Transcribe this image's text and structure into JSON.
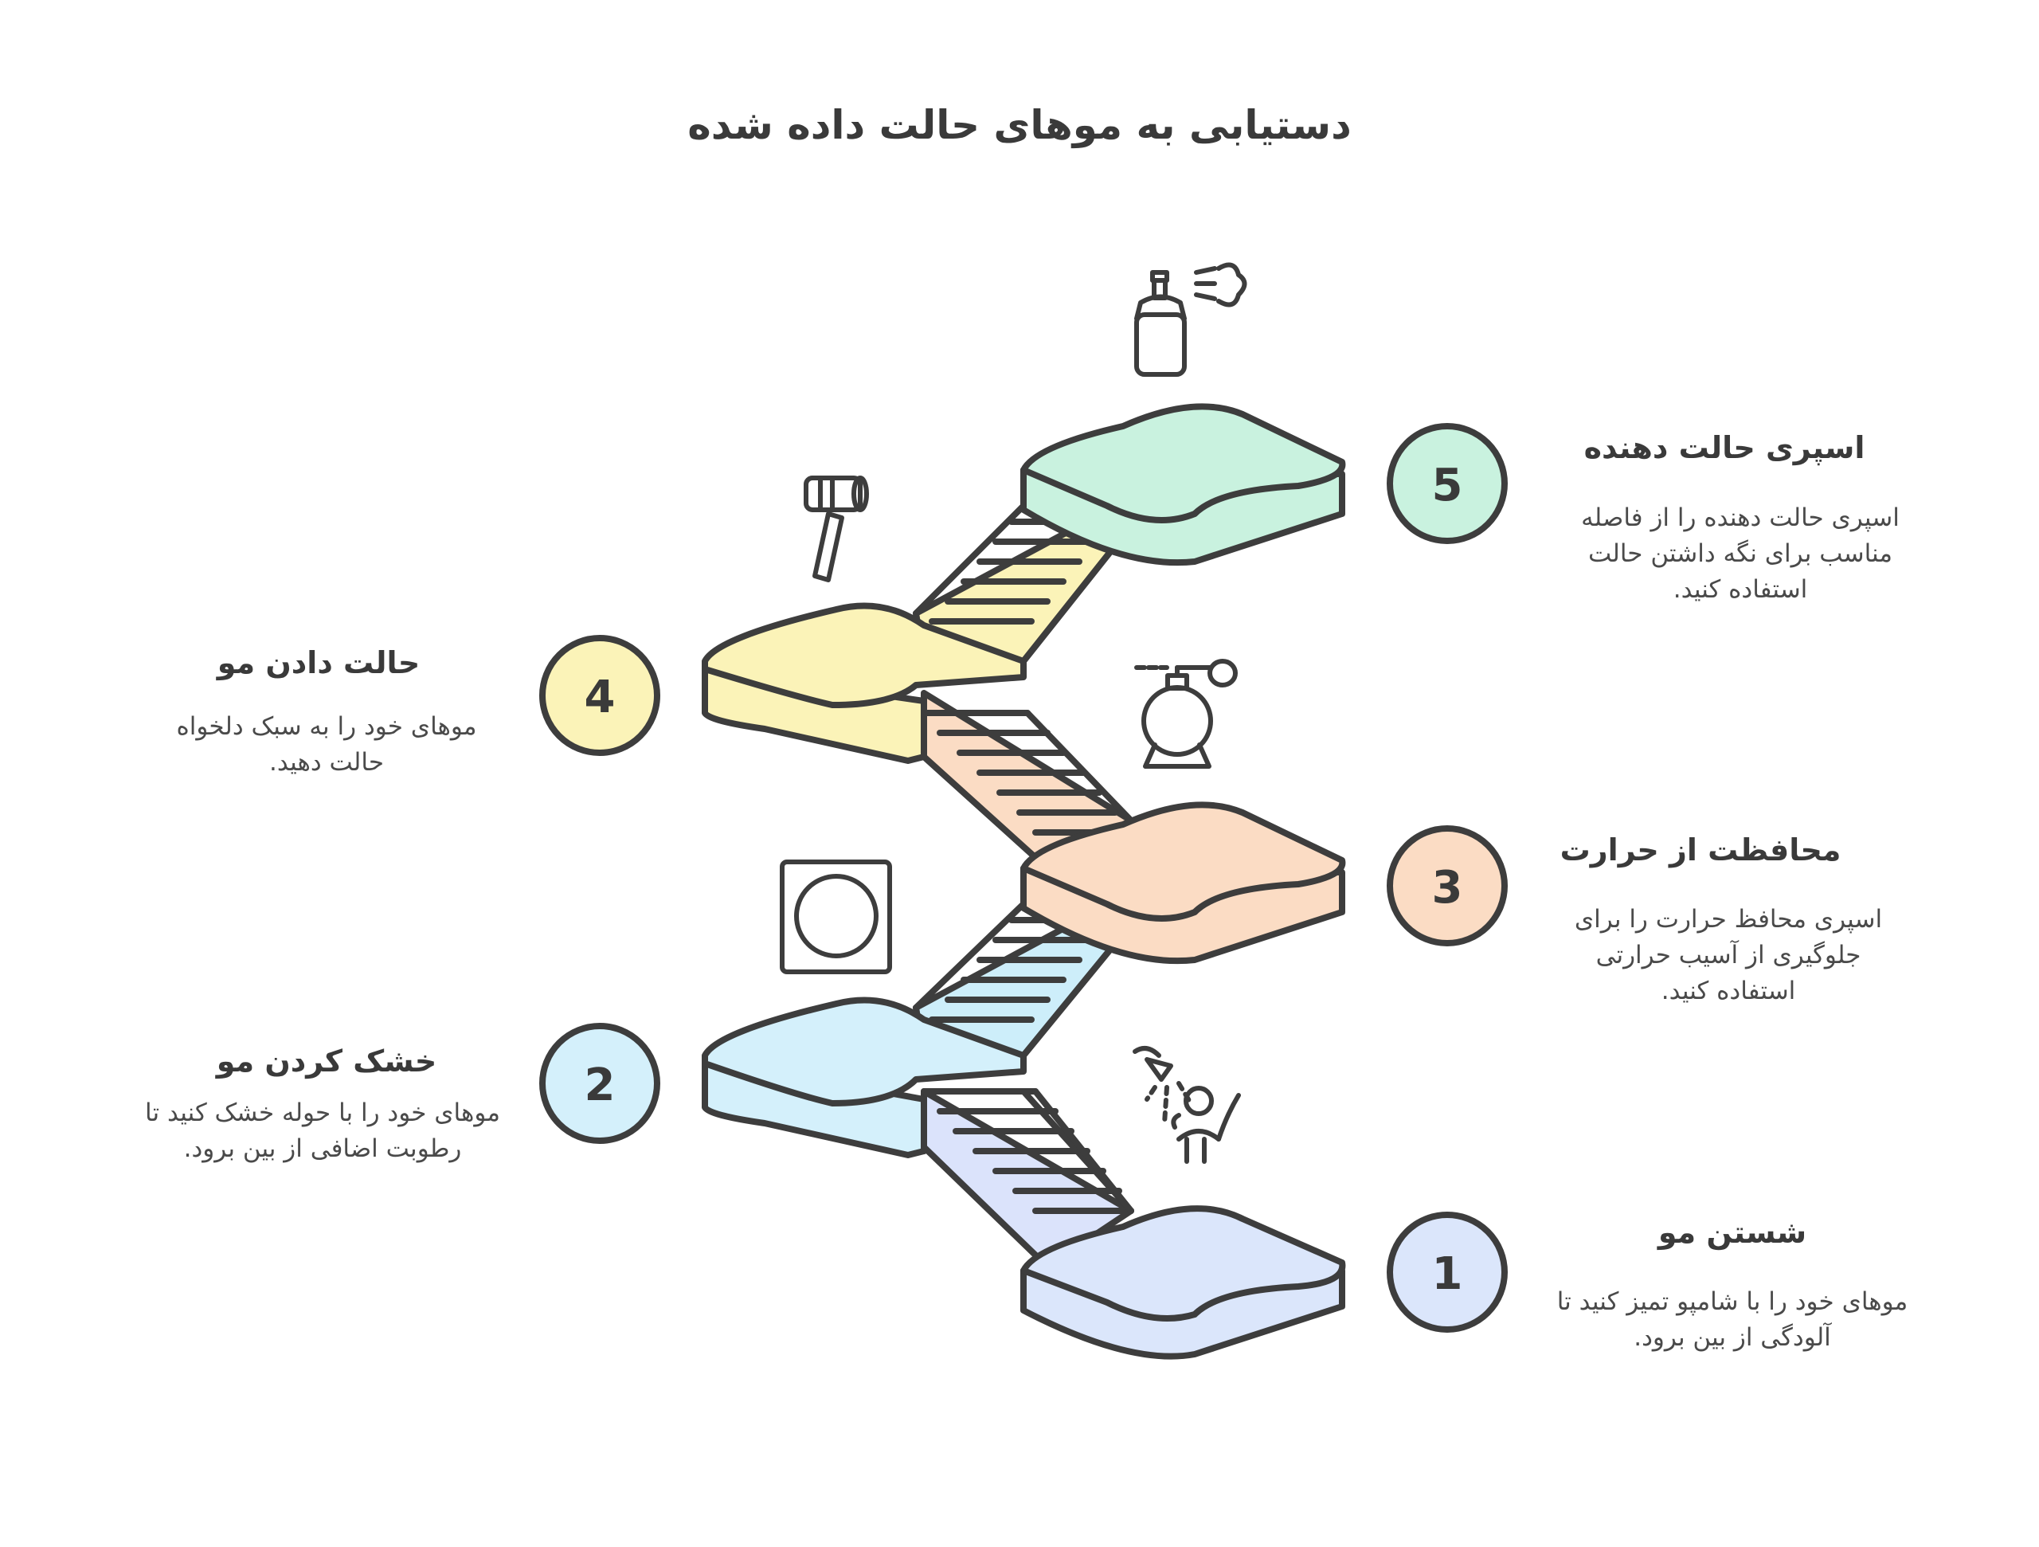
{
  "title": "دستیابی به موهای حالت داده شده",
  "steps": [
    {
      "number": "1",
      "title": "شستن مو",
      "description": "موهای خود را با شامپو تمیز کنید تا آلودگی از بین برود.",
      "color": "#dbe6fb",
      "icon": "shower-icon"
    },
    {
      "number": "2",
      "title": "خشک کردن مو",
      "description": "موهای خود را با حوله خشک کنید تا رطوبت اضافی از بین برود.",
      "color": "#d4f0fb",
      "icon": "towel-icon"
    },
    {
      "number": "3",
      "title": "محافظت از حرارت",
      "description": "اسپری محافظ حرارت را برای جلوگیری از آسیب حرارتی استفاده کنید.",
      "color": "#fbdcc4",
      "icon": "perfume-bottle-icon"
    },
    {
      "number": "4",
      "title": "حالت دادن مو",
      "description": "موهای خود را به سبک دلخواه حالت دهید.",
      "color": "#fbf3b8",
      "icon": "hair-dryer-icon"
    },
    {
      "number": "5",
      "title": "اسپری حالت دهنده",
      "description": "اسپری حالت دهنده را از فاصله مناسب برای نگه داشتن حالت استفاده کنید.",
      "color": "#c9f2df",
      "icon": "spray-can-icon"
    }
  ]
}
